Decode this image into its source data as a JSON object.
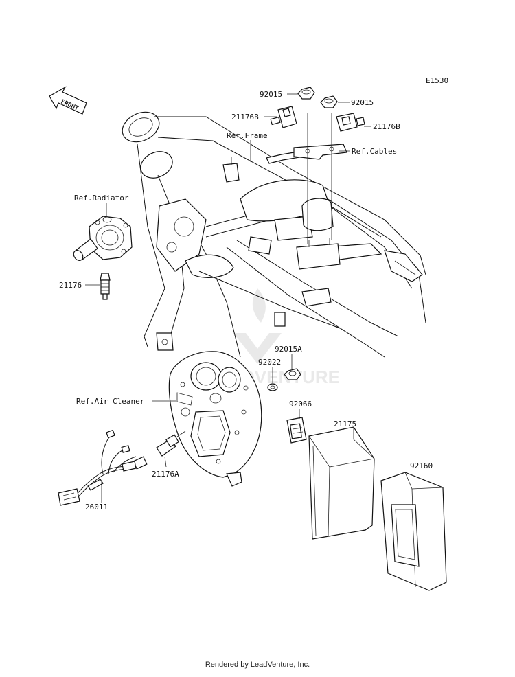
{
  "diagram_code": "E1530",
  "front_arrow_text": "FRONT",
  "watermark": "LEADVENTURE",
  "footer": "Rendered by LeadVenture, Inc.",
  "callouts": {
    "p92015_left": "92015",
    "p92015_right": "92015",
    "p21176B_left": "21176B",
    "p21176B_right": "21176B",
    "ref_frame": "Ref.Frame",
    "ref_cables": "Ref.Cables",
    "ref_radiator": "Ref.Radiator",
    "p21176": "21176",
    "p92015A": "92015A",
    "p92022": "92022",
    "ref_air_cleaner": "Ref.Air Cleaner",
    "p92066": "92066",
    "p21175": "21175",
    "p92160": "92160",
    "p21176A": "21176A",
    "p26011": "26011"
  }
}
